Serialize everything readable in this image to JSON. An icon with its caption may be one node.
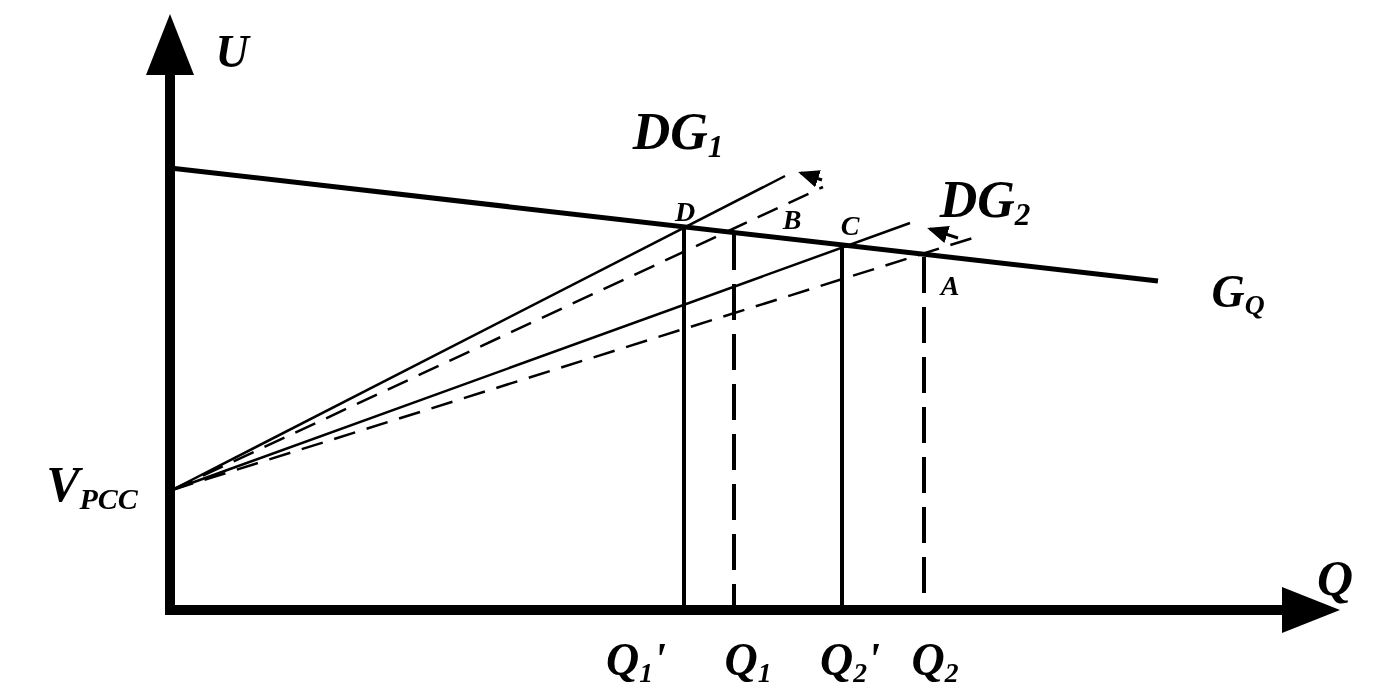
{
  "diagram": {
    "labels": [
      "U",
      "DG$_{1}$",
      "D",
      "B",
      "C",
      "DG$_{2}$",
      "A",
      "G$_{Q}$",
      "V$_{PCC}$",
      "Q",
      "Q$_{1}$'",
      "Q$_{1}$",
      "Q$_{2}$'",
      "Q$_{2}$"
    ]
  }
}
